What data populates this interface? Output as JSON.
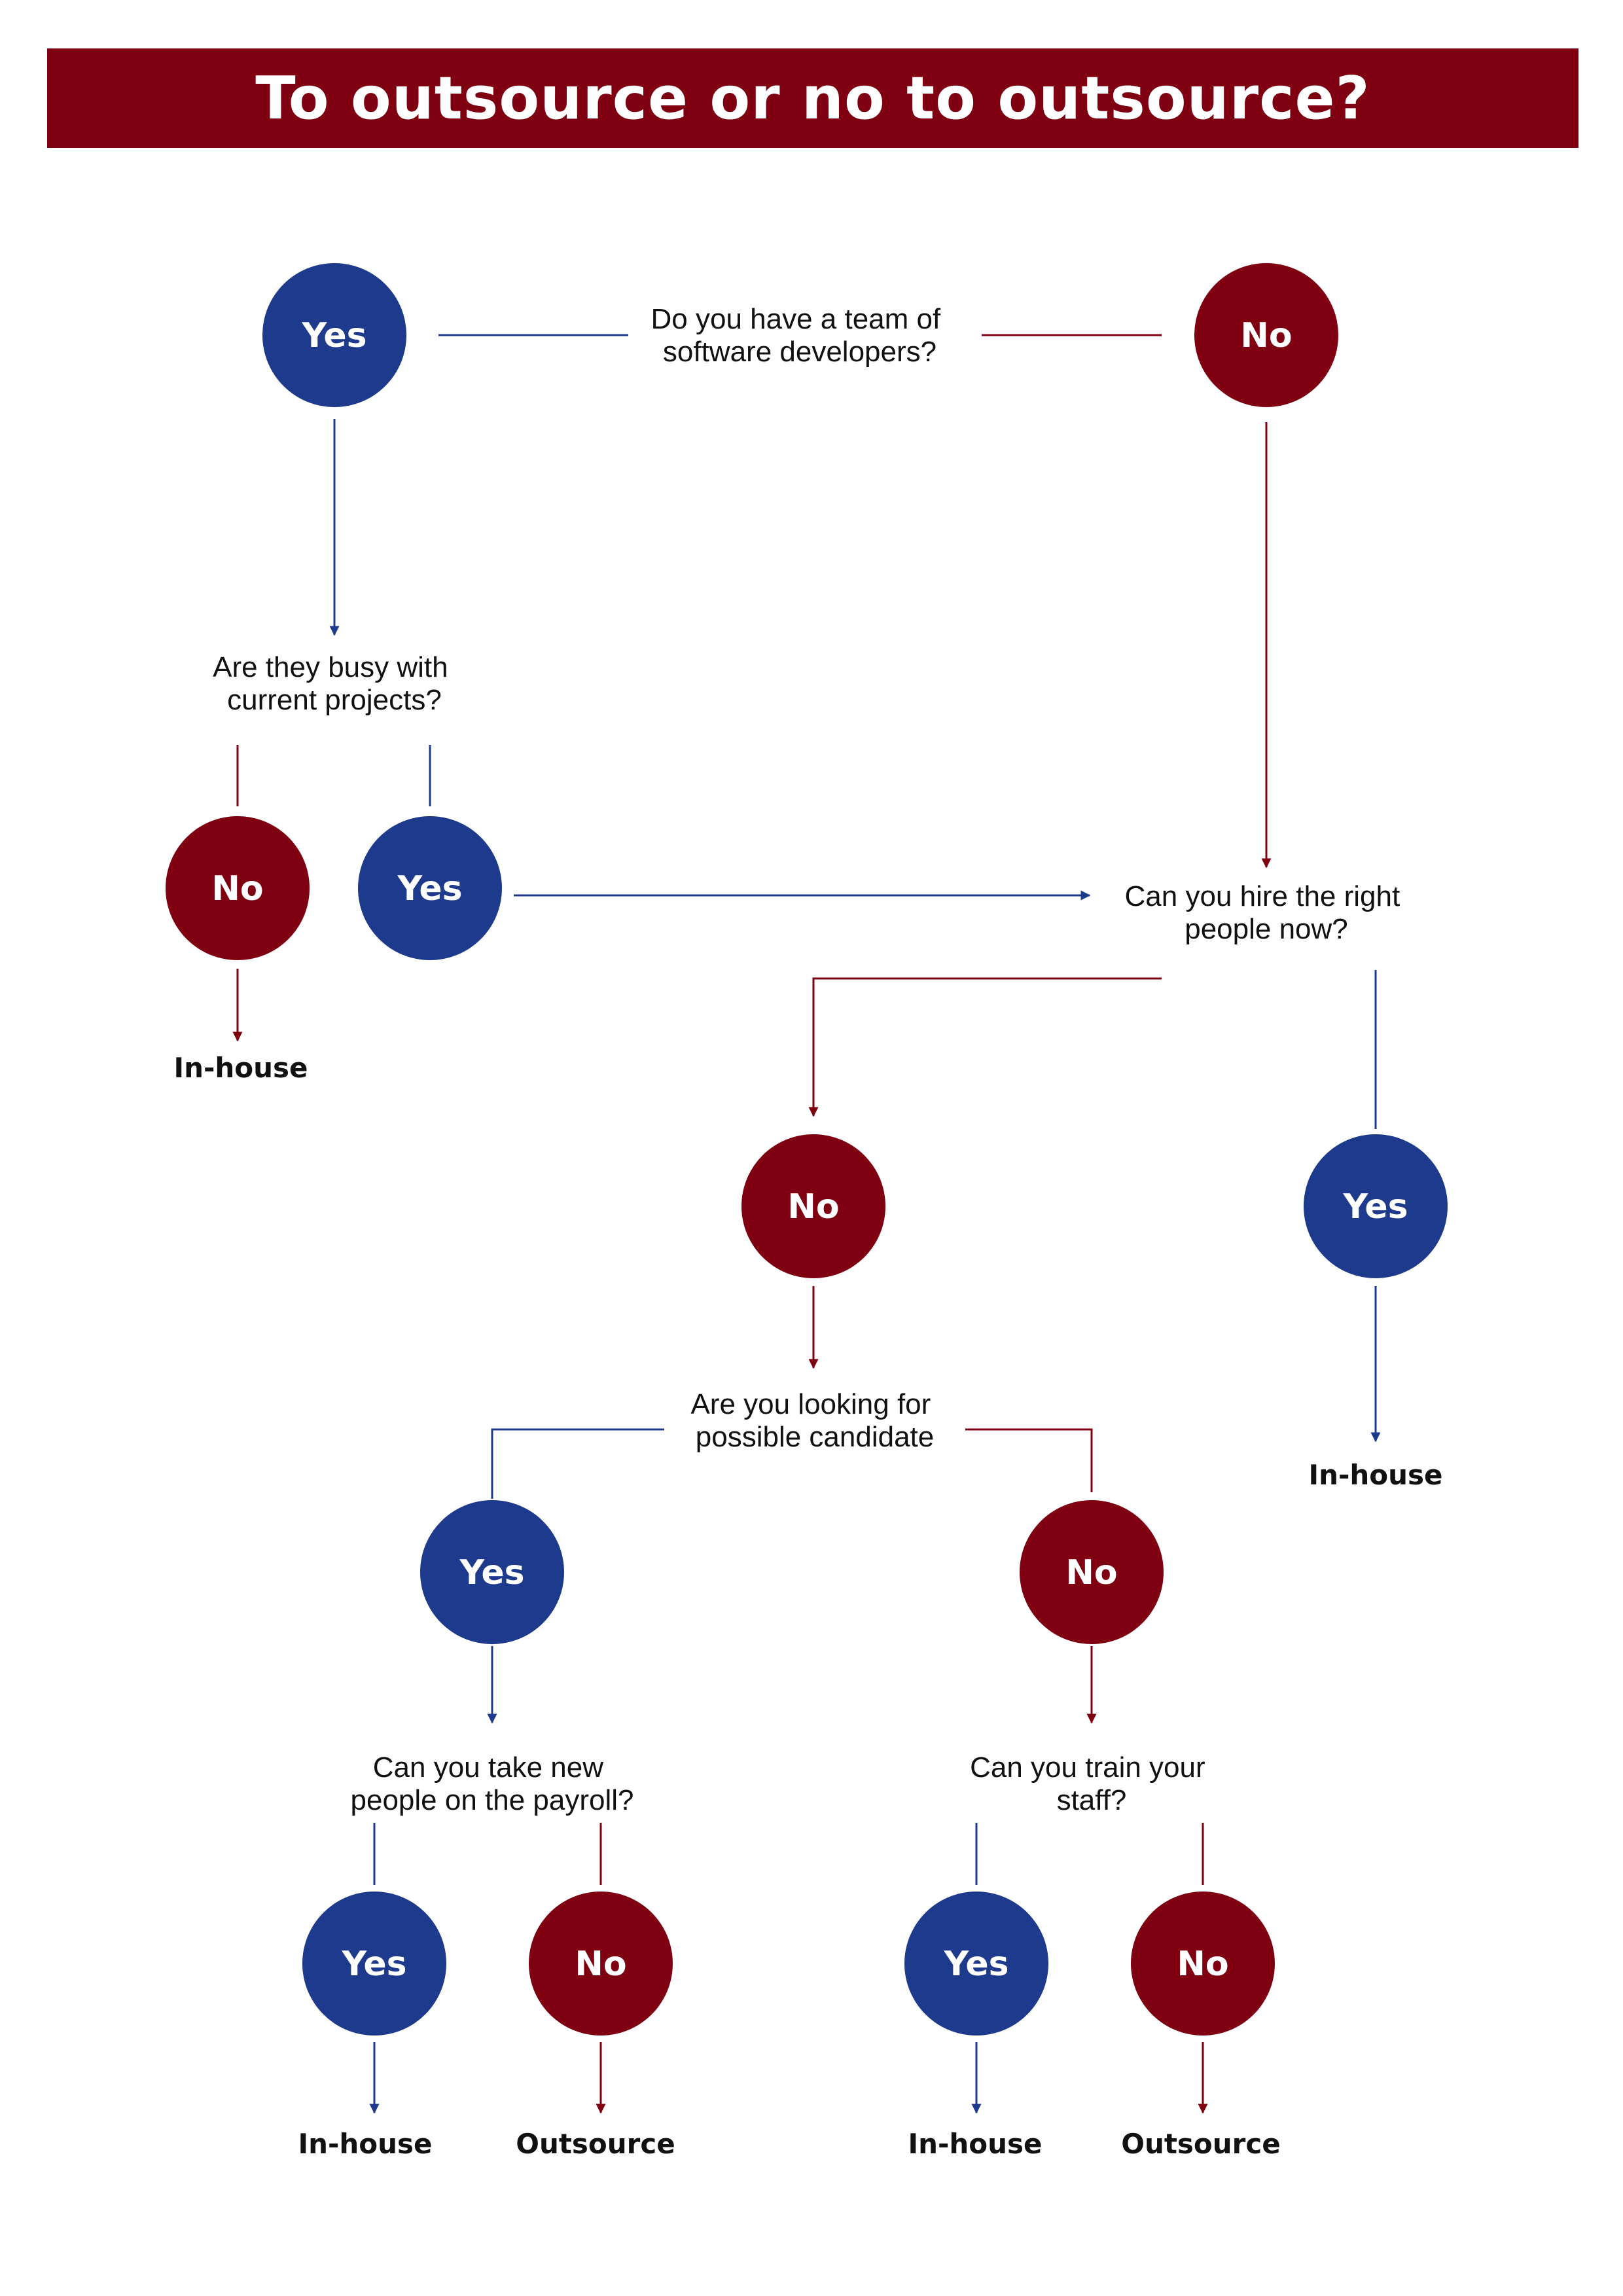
{
  "title": "To outsource or no to outsource?",
  "colors": {
    "yes": "#1d3a8c",
    "no": "#7f0010",
    "title_bg": "#7f0010"
  },
  "questions": {
    "q1": [
      "Do you have a team of",
      "software developers?"
    ],
    "q2": [
      "Are they busy with",
      "current projects?"
    ],
    "q3": [
      "Can you hire the right",
      "people now?"
    ],
    "q4": [
      "Are you looking for",
      "possible candidate"
    ],
    "q5": [
      "Can you take new",
      "people on the payroll?"
    ],
    "q6": [
      "Can you train your",
      "staff?"
    ]
  },
  "answers": {
    "yes": "Yes",
    "no": "No"
  },
  "outcomes": {
    "inhouse": "In-house",
    "outsource": "Outsource"
  }
}
